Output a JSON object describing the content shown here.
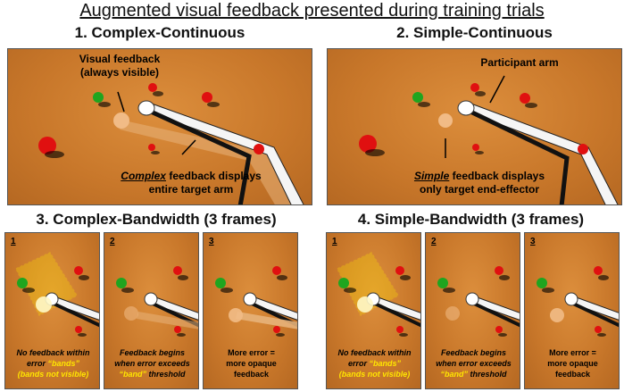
{
  "title": "Augmented visual feedback presented during training trials",
  "panels": {
    "p1": {
      "title": "1. Complex-Continuous",
      "label_visual": [
        "Visual feedback",
        "(always visible)"
      ],
      "caption_em": "Complex",
      "caption_rest": " feedback displays",
      "caption_line2": "entire target arm"
    },
    "p2": {
      "title": "2. Simple-Continuous",
      "label_arm": "Participant arm",
      "caption_em": "Simple",
      "caption_rest": " feedback displays",
      "caption_line2": "only target end-effector"
    },
    "p3": {
      "title": "3. Complex-Bandwidth (3 frames)"
    },
    "p4": {
      "title": "4. Simple-Bandwidth (3 frames)"
    }
  },
  "frames": [
    {
      "num": "1",
      "lines": [
        "No feedback within",
        "error"
      ],
      "q_band": "“bands”",
      "paren": "(bands not visible)"
    },
    {
      "num": "2",
      "lines": [
        "Feedback begins",
        "when error exceeds"
      ],
      "q_band": "“band”",
      "tail": " threshold"
    },
    {
      "num": "3",
      "lines": [
        "More error =",
        "more opaque",
        "feedback"
      ]
    }
  ],
  "colors": {
    "table": "#c8772a",
    "green_ball": "#1fa51f",
    "red_ball": "#e01010",
    "band": "#ffe600"
  }
}
